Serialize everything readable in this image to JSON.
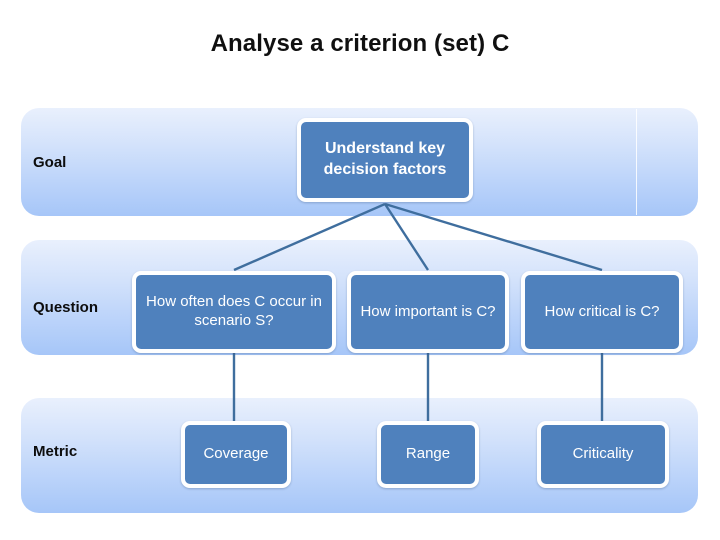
{
  "slide": {
    "title": "Analyse a criterion (set) C",
    "background_color": "#ffffff",
    "accent_box_color": "#4f81bd",
    "band_color_top": "#e9f0fd",
    "band_color_bottom": "#a6c6f8",
    "connector_color": "#3f6e9e"
  },
  "rows": [
    {
      "label": "Goal",
      "nodes": [
        {
          "text": "Understand key decision factors"
        }
      ]
    },
    {
      "label": "Question",
      "nodes": [
        {
          "text": "How often does C occur in scenario S?"
        },
        {
          "text": "How important is C?"
        },
        {
          "text": "How critical is C?"
        }
      ]
    },
    {
      "label": "Metric",
      "nodes": [
        {
          "text": "Coverage"
        },
        {
          "text": "Range"
        },
        {
          "text": "Criticality"
        }
      ]
    }
  ],
  "connectors": {
    "goal_to_questions": [
      {
        "from": "Understand key decision factors",
        "to": "How often does C occur in scenario S?"
      },
      {
        "from": "Understand key decision factors",
        "to": "How important is C?"
      },
      {
        "from": "Understand key decision factors",
        "to": "How critical is C?"
      }
    ],
    "questions_to_metrics": [
      {
        "from": "How often does C occur in scenario S?",
        "to": "Coverage"
      },
      {
        "from": "How important is C?",
        "to": "Range"
      },
      {
        "from": "How critical is C?",
        "to": "Criticality"
      }
    ]
  }
}
